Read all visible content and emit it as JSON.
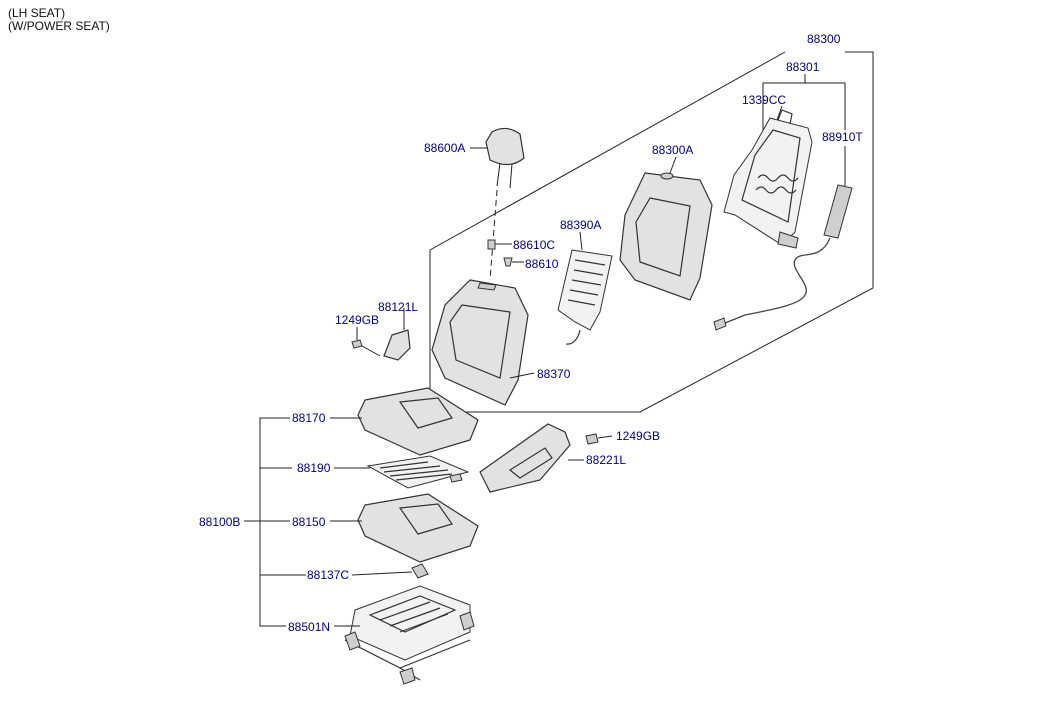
{
  "header": {
    "line1": "(LH SEAT)",
    "line2": "(W/POWER SEAT)"
  },
  "colors": {
    "part_label": "#00008b",
    "line": "#222222",
    "part_fill": "#e2e2e2"
  },
  "labels": {
    "p88300": "88300",
    "p88301": "88301",
    "p1339CC": "1339CC",
    "p88910T": "88910T",
    "p88300A": "88300A",
    "p88600A": "88600A",
    "p88390A": "88390A",
    "p88610C": "88610C",
    "p88610": "88610",
    "p88121L": "88121L",
    "p1249GB_a": "1249GB",
    "p88370": "88370",
    "p88170": "88170",
    "p1249GB_b": "1249GB",
    "p88190": "88190",
    "p88221L": "88221L",
    "p88100B": "88100B",
    "p88150": "88150",
    "p88137C": "88137C",
    "p88501N": "88501N"
  }
}
